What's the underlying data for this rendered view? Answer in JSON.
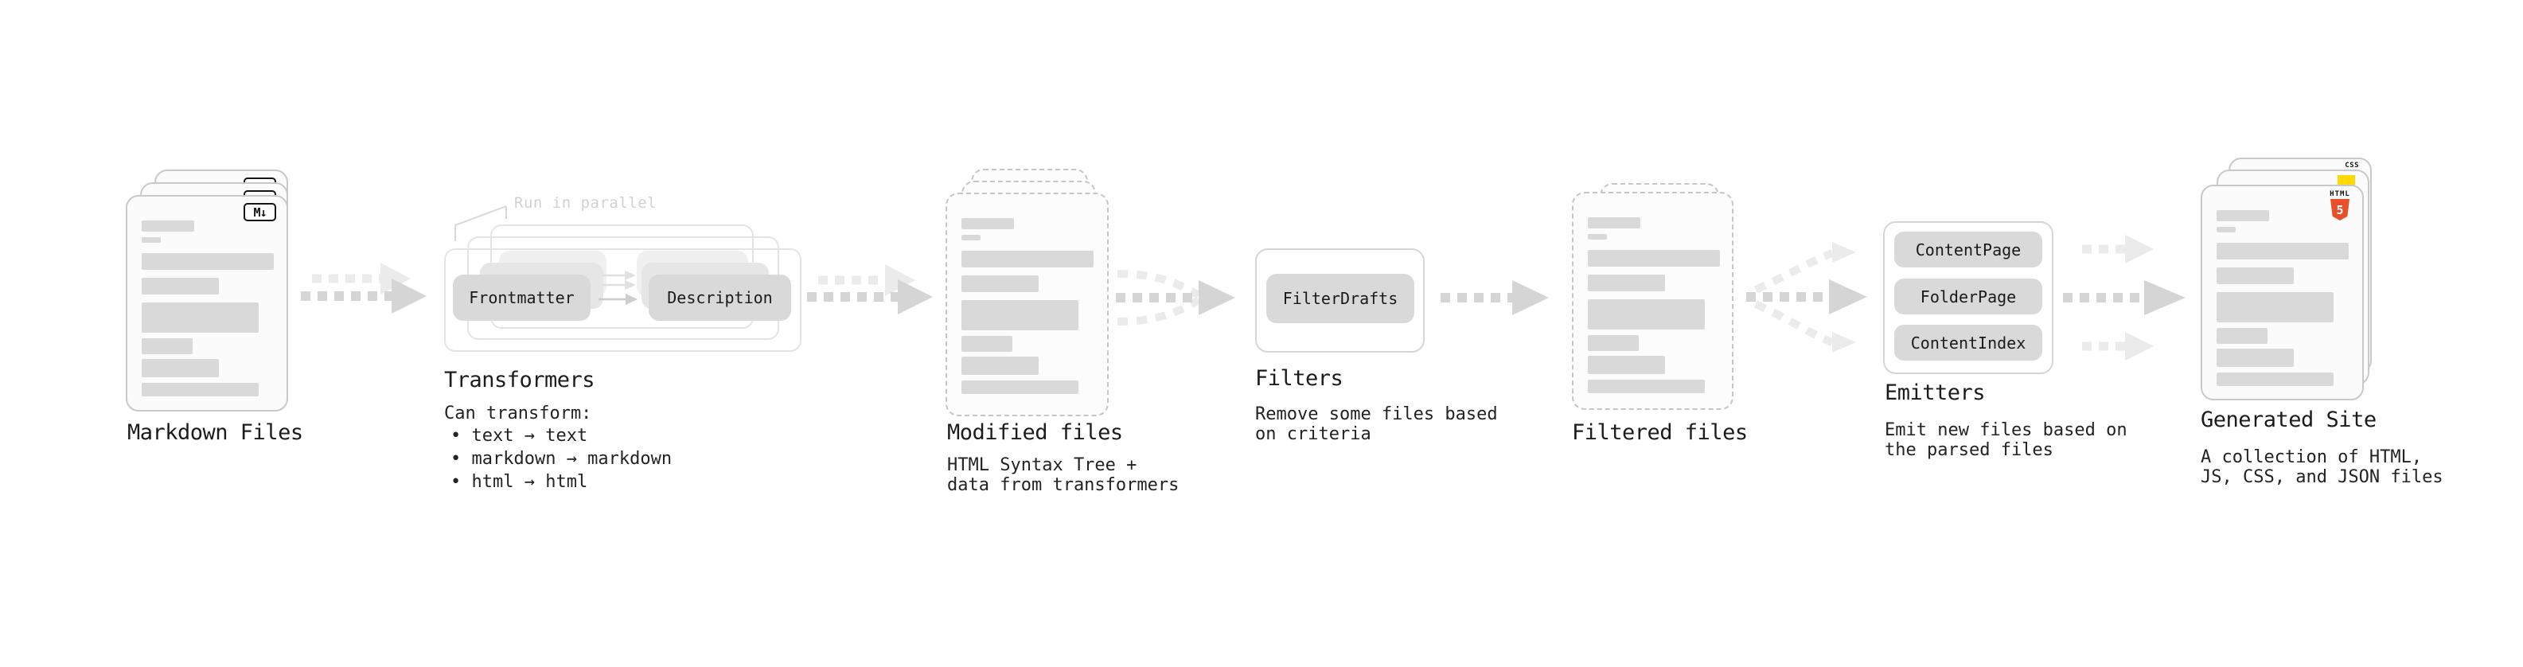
{
  "stages": [
    {
      "id": "markdown-files",
      "label": "Markdown Files",
      "badge": "M↓"
    },
    {
      "id": "transformers",
      "label": "Transformers",
      "annotation": "Run in parallel",
      "buttons": [
        "Frontmatter",
        "Description"
      ],
      "note_title": "Can transform:",
      "bullets": [
        "• text → text",
        "• markdown → markdown",
        "• html → html"
      ]
    },
    {
      "id": "modified-files",
      "label": "Modified files",
      "note_lines": [
        "HTML Syntax Tree +",
        "data from transformers"
      ]
    },
    {
      "id": "filters",
      "label": "Filters",
      "buttons": [
        "FilterDrafts"
      ],
      "note_lines": [
        "Remove some files based",
        "on criteria"
      ]
    },
    {
      "id": "filtered-files",
      "label": "Filtered files"
    },
    {
      "id": "emitters",
      "label": "Emitters",
      "buttons": [
        "ContentPage",
        "FolderPage",
        "ContentIndex"
      ],
      "note_lines": [
        "Emit new files based on",
        "the parsed files"
      ]
    },
    {
      "id": "generated-site",
      "label": "Generated Site",
      "badges": {
        "css": "CSS",
        "html_label": "HTML",
        "html5_number": "5"
      },
      "note_lines": [
        "A collection of HTML,",
        "JS, CSS, and JSON files"
      ]
    }
  ],
  "colors": {
    "background": "#ffffff",
    "text": "#1d1d1d",
    "doc_fill": "#fbfbfb",
    "doc_border": "#c9c9c9",
    "skeleton_bar": "#d9d9d9",
    "button_fill": "#d9d9d9",
    "outline_box": "#e4e4e4",
    "panel_border": "#d6d6d6",
    "arrow_dark": "#d5d5d5",
    "arrow_light": "#ebebeb",
    "annotation": "#d2d2d2",
    "css_blue": "#2e6de3",
    "js_yellow": "#ffd900",
    "html5_orange": "#e8502a"
  }
}
